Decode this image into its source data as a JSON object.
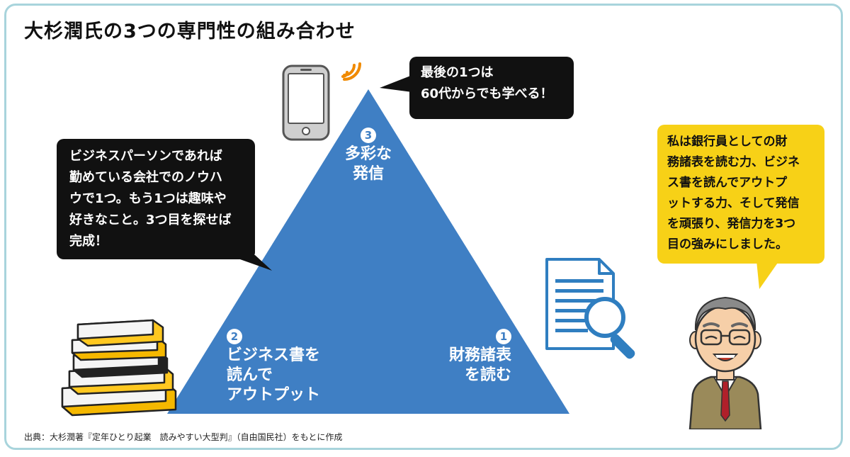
{
  "title": "大杉潤氏の3つの専門性の組み合わせ",
  "source": "出典：大杉潤著『定年ひとり起業　読みやすい大型判』（自由国民社）をもとに作成",
  "bubble_top": {
    "lines": [
      "最後の1つは",
      "60代からでも学べる！"
    ]
  },
  "bubble_left": {
    "lines": [
      "ビジネスパーソンであれば",
      "勤めている会社でのノウハ",
      "ウで1つ。もう1つは趣味や",
      "好きなこと。3つ目を探せば",
      "完成！"
    ]
  },
  "bubble_right": {
    "lines": [
      "私は銀行員としての財",
      "務諸表を読む力、ビジネ",
      "ス書を読んでアウトプ",
      "ットする力、そして発信",
      "を頑張り、発信力を3つ",
      "目の強みにしました。"
    ]
  },
  "triangle": {
    "top": {
      "number": "3",
      "lines": [
        "多彩な",
        "発信"
      ]
    },
    "left": {
      "number": "2",
      "lines": [
        "ビジネス書を",
        "読んで",
        "アウトプット"
      ]
    },
    "right": {
      "number": "1",
      "lines": [
        "財務諸表",
        "を読む"
      ]
    }
  },
  "colors": {
    "triangle": "#3f7fc4",
    "bubble_dark": "#111111",
    "bubble_yellow": "#f7d117",
    "frame": "#a8d4dc"
  },
  "icons": [
    "smartphone-icon",
    "signal-waves-icon",
    "book-stack-icon",
    "document-magnifier-icon",
    "businessman-avatar"
  ]
}
